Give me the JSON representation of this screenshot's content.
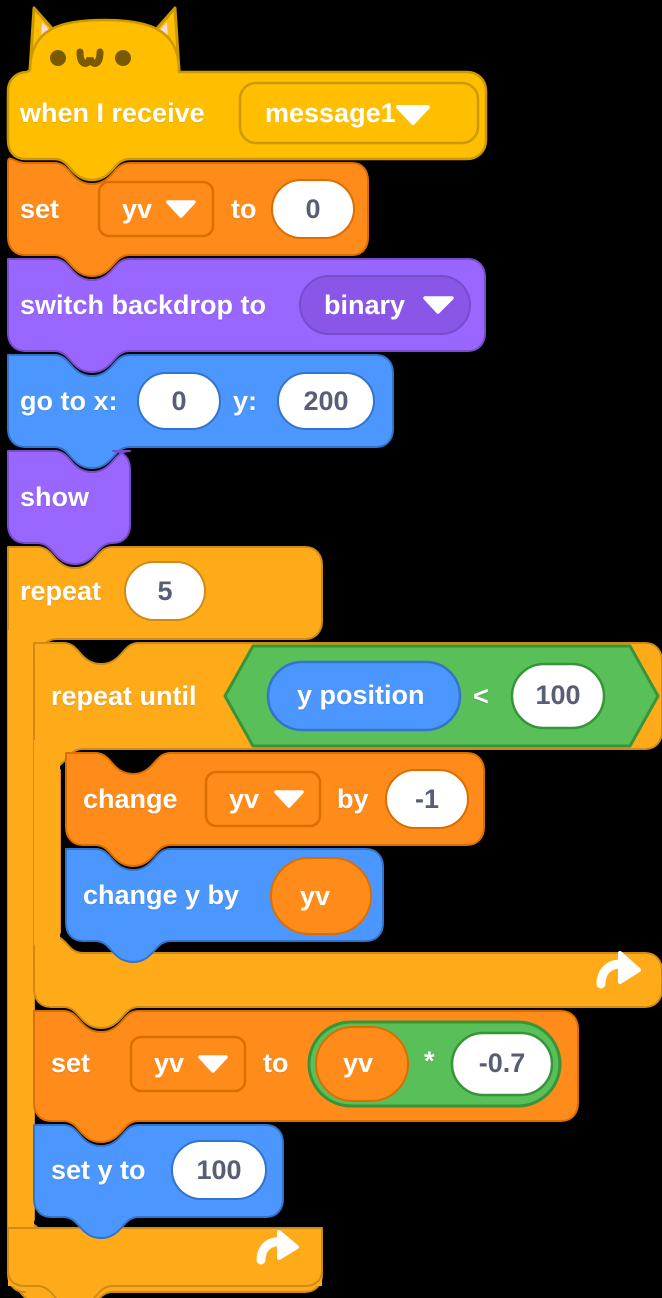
{
  "editor": {
    "name": "scratch-block-script",
    "background": "#000000"
  },
  "palette": {
    "events_yellow": "#FFBF00",
    "events_yellow_dark": "#CC9900",
    "variables_orange": "#FF8C1A",
    "variables_orange_dark": "#DB6E00",
    "control_orange": "#FFAB19",
    "control_orange_dark": "#CF8B17",
    "motion_blue": "#4C97FF",
    "motion_blue_dark": "#3373CC",
    "looks_purple": "#9966FF",
    "looks_purple_dark": "#774DCB",
    "operators_green": "#59C059",
    "operators_green_dark": "#389438",
    "input_white": "#FFFFFF",
    "text_white": "#FFFFFF",
    "value_text": "#575E75",
    "cat_ear_pink": "#FFD6E5",
    "cat_face_dark": "#7A5A00"
  },
  "script": {
    "hat": {
      "type": "event",
      "label": "when I receive",
      "dropdown_value": "message1",
      "dropdown_icon": "chevron-down-icon",
      "decoration": "scratch-cat-face"
    },
    "blocks": [
      {
        "id": "set-yv-0",
        "category": "variables",
        "label_before": "set",
        "dropdown_value": "yv",
        "label_middle": "to",
        "input_value": "0"
      },
      {
        "id": "switch-backdrop",
        "category": "looks",
        "label_before": "switch backdrop to",
        "dropdown_value": "binary"
      },
      {
        "id": "go-to-xy",
        "category": "motion",
        "label_before": "go to x:",
        "input_x": "0",
        "label_middle": "y:",
        "input_y": "200"
      },
      {
        "id": "show",
        "category": "looks",
        "label_before": "show"
      },
      {
        "id": "repeat",
        "category": "control",
        "label_before": "repeat",
        "input_value": "5",
        "loop_icon": "loop-arrow-icon",
        "children": [
          {
            "id": "repeat-until",
            "category": "control",
            "label_before": "repeat until",
            "loop_icon": "loop-arrow-icon",
            "condition": {
              "type": "less-than",
              "operator": "<",
              "left_reporter": {
                "category": "motion",
                "label": "y position"
              },
              "right_value": "100"
            },
            "children": [
              {
                "id": "change-yv",
                "category": "variables",
                "label_before": "change",
                "dropdown_value": "yv",
                "label_middle": "by",
                "input_value": "-1"
              },
              {
                "id": "change-y-by",
                "category": "motion",
                "label_before": "change y by",
                "reporter_value": "yv"
              }
            ]
          },
          {
            "id": "set-yv-mult",
            "category": "variables",
            "label_before": "set",
            "dropdown_value": "yv",
            "label_middle": "to",
            "expression": {
              "type": "multiply",
              "operator": "*",
              "left_reporter": "yv",
              "right_value": "-0.7"
            }
          },
          {
            "id": "set-y-to",
            "category": "motion",
            "label_before": "set y to",
            "input_value": "100"
          }
        ]
      }
    ]
  }
}
